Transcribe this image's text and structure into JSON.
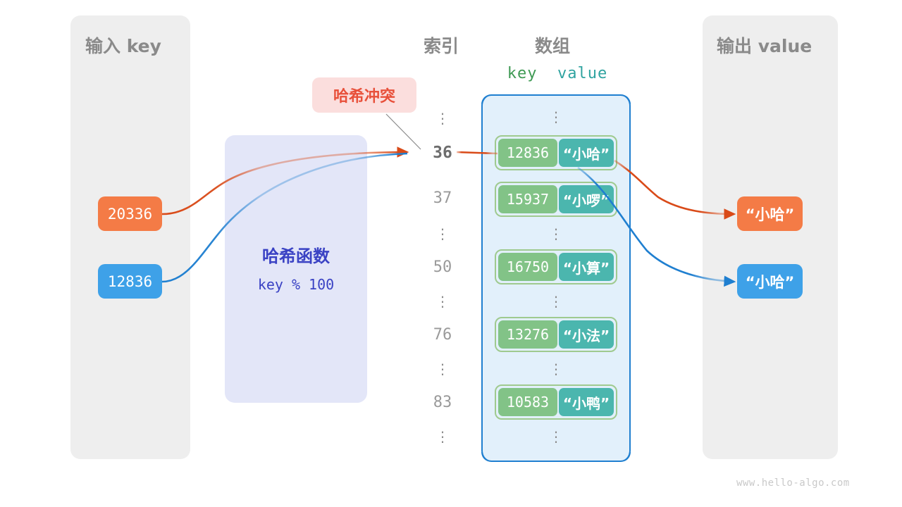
{
  "panels": {
    "input": {
      "title": "输入 key"
    },
    "output": {
      "title": "输出 value"
    }
  },
  "headers": {
    "index": "索引",
    "array": "数组",
    "key": "key",
    "value": "value"
  },
  "hash_function": {
    "label": "哈希函数",
    "expression": "key % 100"
  },
  "collision": {
    "label": "哈希冲突"
  },
  "input_keys": [
    {
      "value": "20336",
      "color": "#f47b46"
    },
    {
      "value": "12836",
      "color": "#3ea1e8"
    }
  ],
  "output_values": [
    {
      "value": "“小哈”",
      "color": "#f47b46"
    },
    {
      "value": "“小哈”",
      "color": "#3ea1e8"
    }
  ],
  "index_column": [
    {
      "label": "⋮",
      "kind": "dots"
    },
    {
      "label": "36",
      "kind": "highlight"
    },
    {
      "label": "37",
      "kind": "normal"
    },
    {
      "label": "⋮",
      "kind": "dots"
    },
    {
      "label": "50",
      "kind": "normal"
    },
    {
      "label": "⋮",
      "kind": "dots"
    },
    {
      "label": "76",
      "kind": "normal"
    },
    {
      "label": "⋮",
      "kind": "dots"
    },
    {
      "label": "83",
      "kind": "normal"
    },
    {
      "label": "⋮",
      "kind": "dots"
    }
  ],
  "array_entries": [
    {
      "key": "12836",
      "value": "“小哈”"
    },
    {
      "key": "15937",
      "value": "“小啰”"
    },
    {
      "key": "16750",
      "value": "“小算”"
    },
    {
      "key": "13276",
      "value": "“小法”"
    },
    {
      "key": "10583",
      "value": "“小鸭”"
    }
  ],
  "array_dots": [
    "⋮",
    "⋮",
    "⋮",
    "⋮",
    "⋮"
  ],
  "colors": {
    "panel_bg": "#eeeeee",
    "hash_box": "#e3e6f8",
    "hash_text": "#3a42c4",
    "array_bg": "#e2f0fb",
    "array_border": "#1f7fd0",
    "key_box": "#82c387",
    "value_box": "#4bb6ae",
    "key_label": "#3f9a54",
    "value_label": "#2fa3a0",
    "collision_bg": "#fbdedd",
    "collision_text": "#e8503a",
    "arrow_orange": "#d94a18",
    "arrow_blue": "#1f7fd0",
    "title_text": "#8a8a8a"
  },
  "watermark": "www.hello-algo.com"
}
